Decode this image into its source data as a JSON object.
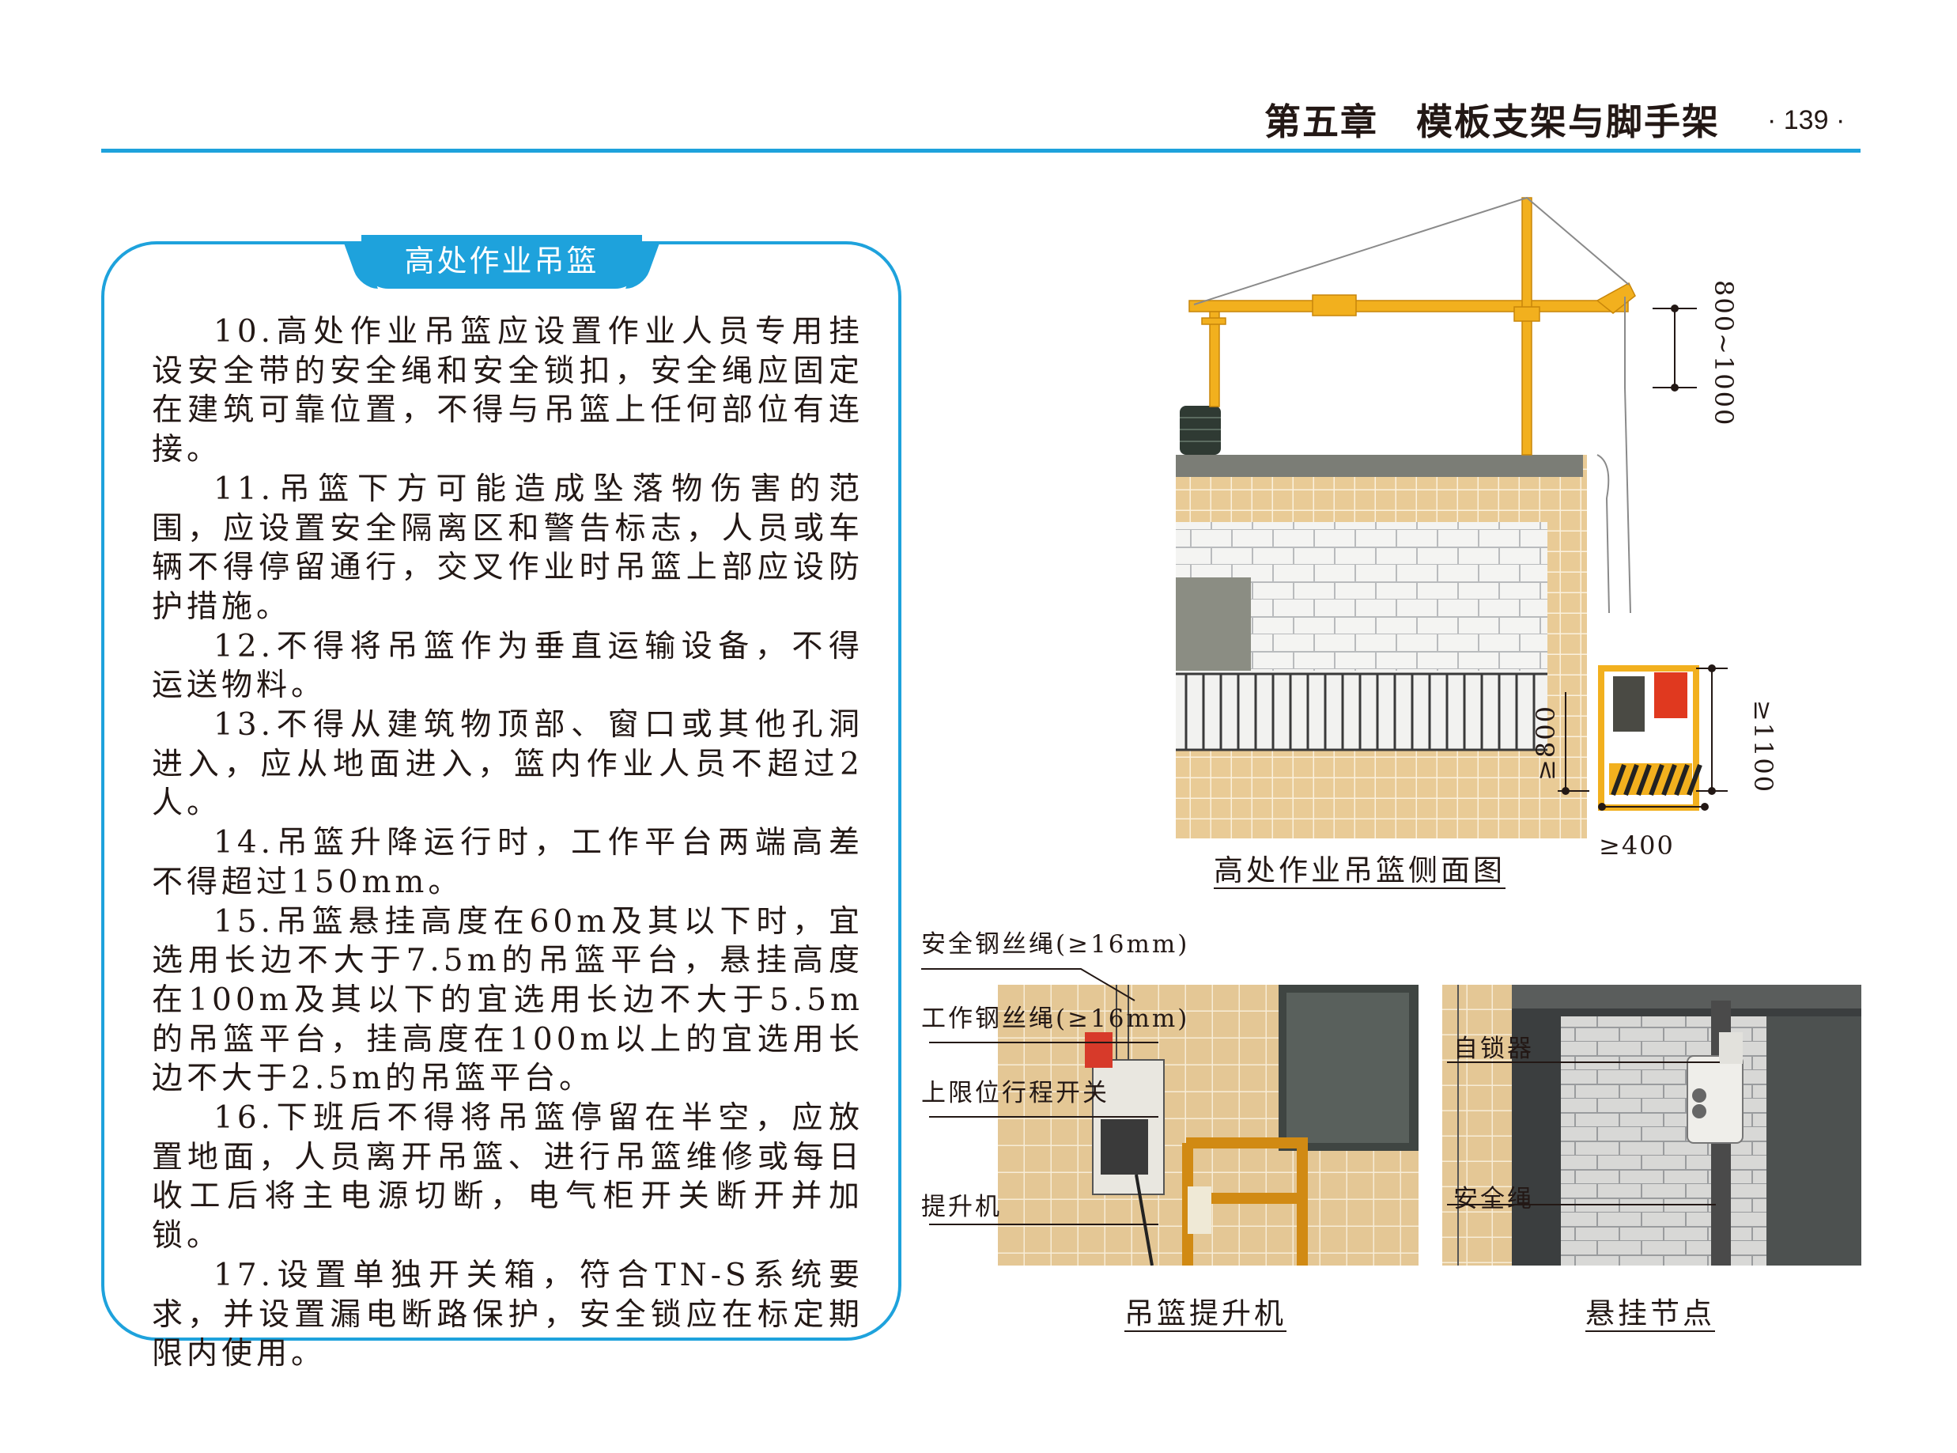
{
  "header": {
    "chapter_title": "第五章　模板支架与脚手架",
    "page_number": "· 139 ·"
  },
  "panel": {
    "title": "高处作业吊篮",
    "rules": [
      "10.高处作业吊篮应设置作业人员专用挂设安全带的安全绳和安全锁扣，安全绳应固定在建筑可靠位置，不得与吊篮上任何部位有连接。",
      "11.吊篮下方可能造成坠落物伤害的范围，应设置安全隔离区和警告标志，人员或车辆不得停留通行，交叉作业时吊篮上部应设防护措施。",
      "12.不得将吊篮作为垂直运输设备，不得运送物料。",
      "13.不得从建筑物顶部、窗口或其他孔洞进入，应从地面进入，篮内作业人员不超过2人。",
      "14.吊篮升降运行时，工作平台两端高差不得超过150mm。",
      "15.吊篮悬挂高度在60m及其以下时，宜选用长边不大于7.5m的吊篮平台，悬挂高度在100m及其以下的宜选用长边不大于5.5m的吊篮平台，挂高度在100m以上的宜选用长边不大于2.5m的吊篮平台。",
      "16.下班后不得将吊篮停留在半空，应放置地面，人员离开吊篮、进行吊篮维修或每日收工后将主电源切断，电气柜开关断开并加锁。",
      "17.设置单独开关箱，符合TN-S系统要求，并设置漏电断路保护，安全锁应在标定期限内使用。"
    ]
  },
  "side_view": {
    "caption": "高处作业吊篮侧面图",
    "dim_top": "800~1000",
    "dim_left": "≥800",
    "dim_right": "≥1100",
    "dim_bottom": "≥400"
  },
  "hoist_photo": {
    "caption": "吊篮提升机",
    "labels": [
      "安全钢丝绳(≥16mm)",
      "工作钢丝绳(≥16mm)",
      "上限位行程开关",
      "提升机"
    ]
  },
  "node_photo": {
    "caption": "悬挂节点",
    "labels": [
      "自锁器",
      "安全绳"
    ]
  },
  "colors": {
    "accent_blue": "#1ea2dc",
    "frame_yellow": "#f2b01e",
    "tile_tan": "#e9cb96",
    "red_box": "#e0391f"
  }
}
